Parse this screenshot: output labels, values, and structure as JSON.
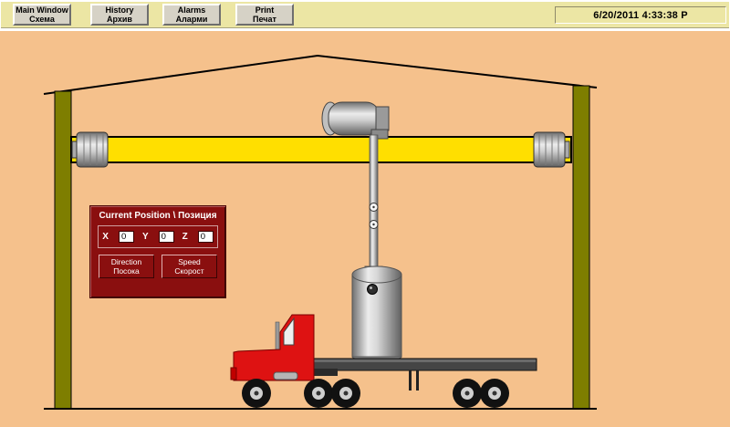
{
  "toolbar": {
    "buttons": [
      {
        "line1": "Main Window",
        "line2": "Схема"
      },
      {
        "line1": "History",
        "line2": "Архив"
      },
      {
        "line1": "Alarms",
        "line2": "Аларми"
      },
      {
        "line1": "Print",
        "line2": "Печат"
      }
    ],
    "datetime": "6/20/2011 4:33:38 P"
  },
  "panel": {
    "title": "Current Position \\ Позиция",
    "fields": [
      {
        "label": "X",
        "value": "0"
      },
      {
        "label": "Y",
        "value": "0"
      },
      {
        "label": "Z",
        "value": "0"
      }
    ],
    "buttons": [
      {
        "line1": "Direction",
        "line2": "Посока"
      },
      {
        "line1": "Speed",
        "line2": "Скорост"
      }
    ]
  },
  "scene": {
    "equipment": [
      "overhead-crane-bridge",
      "hoist-trolley",
      "lifted-vessel",
      "flatbed-truck-with-trailer"
    ]
  },
  "colors": {
    "toolbar_bg": "#ECE6A4",
    "scene_bg": "#F5C18C",
    "beam_yellow": "#FFDF00",
    "pillar_olive": "#7E7E00",
    "panel_maroon": "#8A0F0F",
    "truck_red": "#DE1212"
  }
}
